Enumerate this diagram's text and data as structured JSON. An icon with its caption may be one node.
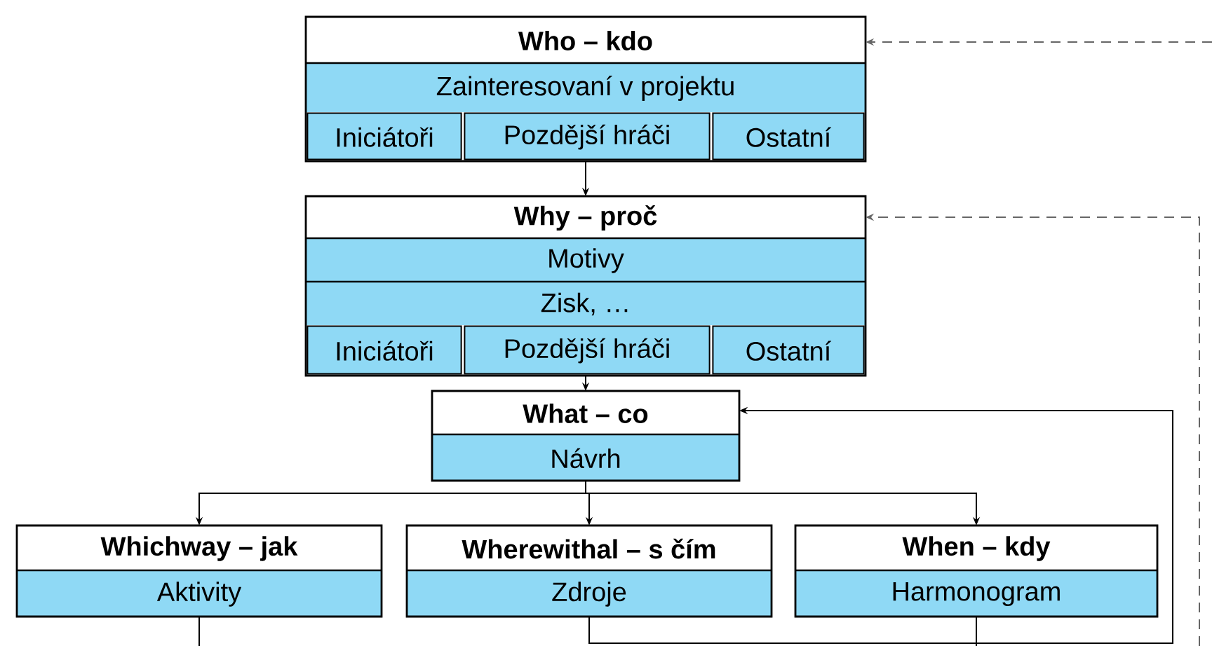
{
  "diagram": {
    "nodes": [
      {
        "text": [
          "Who – kdo",
          "Zainteresovaní v projektu"
        ]
      },
      {
        "text": [
          "Iniciátoři"
        ],
        "in": 0
      },
      {
        "text": [
          "Pozdější hráči"
        ],
        "in": 0
      },
      {
        "text": [
          "Ostatní"
        ],
        "in": 0
      },
      {
        "text": [
          "Why – proč",
          "Motivy",
          "Zisk, …"
        ]
      },
      {
        "text": [
          "Iniciátoři"
        ],
        "in": 4
      },
      {
        "text": [
          "Pozdější hráči"
        ],
        "in": 4
      },
      {
        "text": [
          "Ostatní"
        ],
        "in": 4
      },
      {
        "text": [
          "What – co",
          "Návrh"
        ]
      },
      {
        "text": [
          "Whichway – jak",
          "Aktivity"
        ]
      },
      {
        "text": [
          "Wherewithal – s čím",
          "Zdroje"
        ]
      },
      {
        "text": [
          "When – kdy",
          "Harmonogram"
        ]
      }
    ],
    "edges": [
      {
        "from": 0,
        "to": 4,
        "arrow": "to"
      },
      {
        "from": 4,
        "to": 8,
        "arrow": "to"
      },
      {
        "from": 8,
        "to": 9,
        "arrow": "to"
      },
      {
        "from": 8,
        "to": 10,
        "arrow": "to"
      },
      {
        "from": 8,
        "to": 11,
        "arrow": "to"
      },
      {
        "from": null,
        "to": 0,
        "arrow": "to",
        "style": "dashed",
        "color": "#666666"
      },
      {
        "from": null,
        "to": 4,
        "arrow": "to",
        "style": "dashed",
        "color": "#666666"
      },
      {
        "from": 10,
        "to": 8,
        "arrow": "to"
      },
      {
        "from": 9,
        "to": null,
        "arrow": "none"
      },
      {
        "from": 11,
        "to": null,
        "arrow": "none"
      }
    ]
  }
}
